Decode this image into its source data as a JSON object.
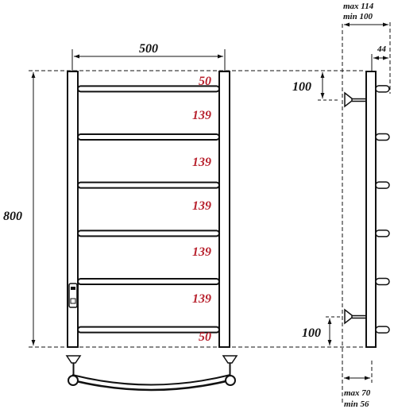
{
  "colors": {
    "line": "#111111",
    "spacing_label": "#b8232f",
    "background": "#ffffff"
  },
  "front_view": {
    "width_label": "500",
    "height_label": "800",
    "rung_spacings": [
      "50",
      "139",
      "139",
      "139",
      "139",
      "139",
      "50"
    ]
  },
  "side_view": {
    "top_offset_label": "100",
    "bottom_offset_label": "100",
    "depth_label": "44",
    "wall_distance": {
      "max": "max 114",
      "min": "min 100"
    },
    "bracket_distance": {
      "max": "max 70",
      "min": "min 56"
    }
  }
}
